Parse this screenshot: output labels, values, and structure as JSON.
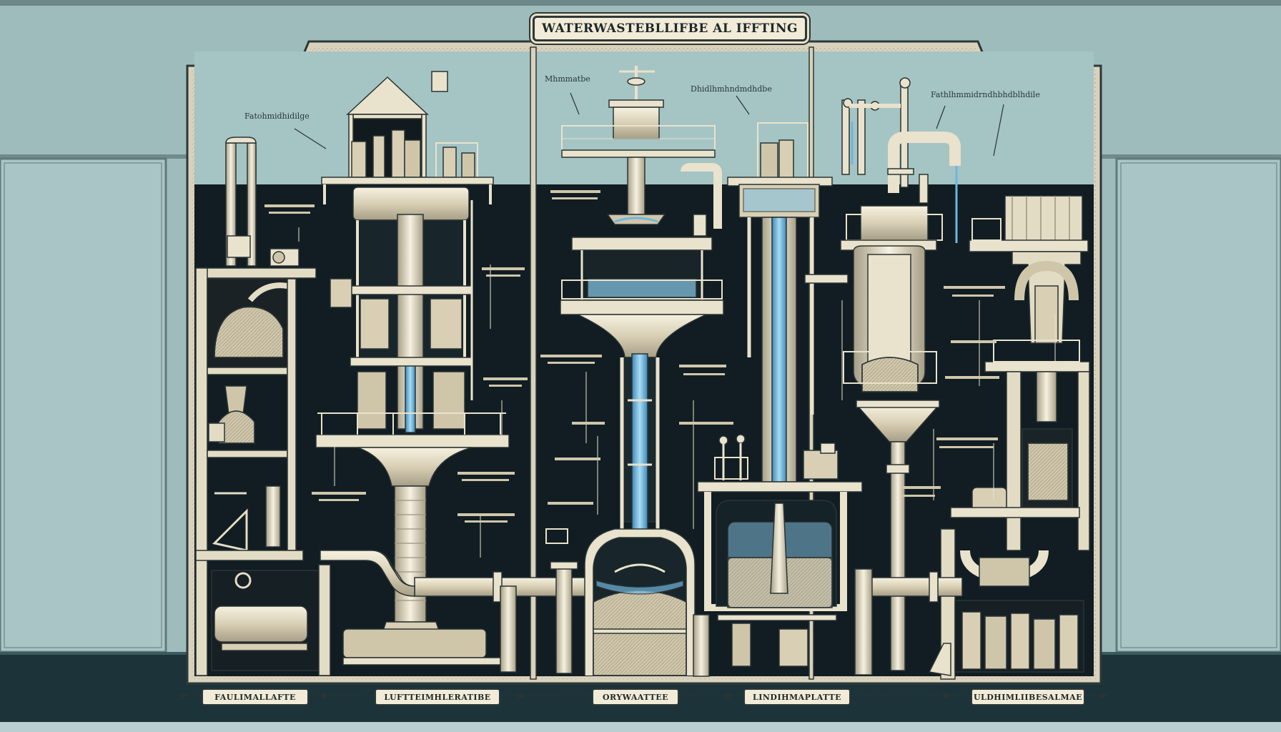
{
  "title": "WATERWASTEBLLIFBE AL IFFTING",
  "callouts": {
    "left": "Fatohmidhidilge",
    "center_left": "Mhmmatbe",
    "center_right": "Dhidlhmhndmdhdbe",
    "right": "Fathlhmmidrndhbhdblhdile"
  },
  "bottom_labels": [
    "FAULIMALLAFTE",
    "LUFTTEIMHLERATIBE",
    "ORYWAATTEE",
    "LINDIHMAPLATTE",
    "ULDHIMLIIBESALMAE"
  ],
  "colors": {
    "wall": "#9fbcbc",
    "panel_dark": "#111d22",
    "sky": "#a5c4c4",
    "machine": "#e9e2cc",
    "line": "#2a3434",
    "water": "#6fb6dd"
  }
}
